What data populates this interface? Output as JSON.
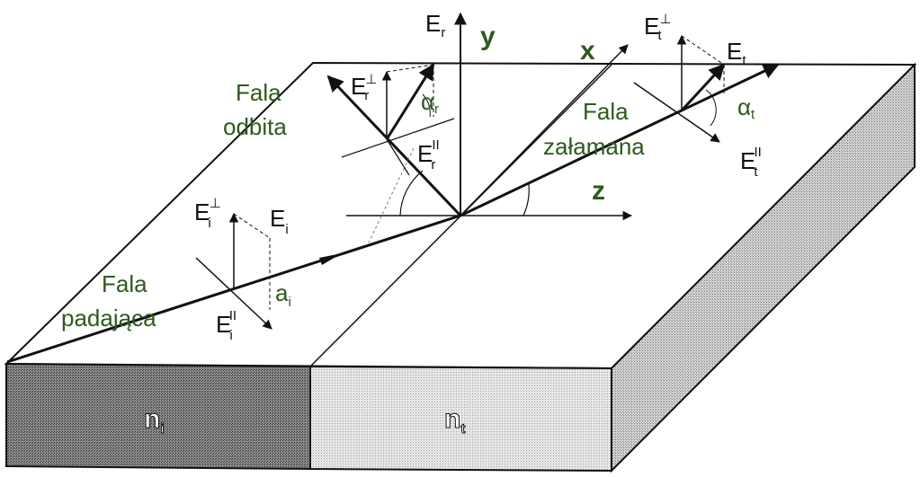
{
  "labels": {
    "fala_odbita_1": "Fala",
    "fala_odbita_2": "odbita",
    "fala_zalamana_1": "Fala",
    "fala_zalamana_2": "załamana",
    "fala_padajaca_1": "Fala",
    "fala_padajaca_2": "padająca",
    "axis_x": "x",
    "axis_y": "y",
    "axis_z": "z",
    "E_r": "E",
    "E_r_sub": "r",
    "E_t": "E",
    "E_t_sub": "t",
    "E_t_perp": "E",
    "E_t_perp_sub": "t",
    "E_t_perp_sup": "⊥",
    "E_r_perp": "E",
    "E_r_perp_sub": "r",
    "E_r_perp_sup": "⊥",
    "E_r_par": "E",
    "E_r_par_sub": "r",
    "E_r_par_sup": "II",
    "E_t_par": "E",
    "E_t_par_sub": "t",
    "E_t_par_sup": "II",
    "E_i_perp": "E",
    "E_i_perp_sub": "i",
    "E_i_perp_sup": "⊥",
    "E_i": "E",
    "E_i_sub": "i",
    "E_i_par": "E",
    "E_i_par_sub": "i",
    "E_i_par_sup": "II",
    "alpha_r": "α",
    "alpha_r_sub": "r",
    "alpha_t": "α",
    "alpha_t_sub": "t",
    "a_i": "a",
    "a_i_sub": "i",
    "n_i": "n",
    "n_i_sub": "i",
    "n_t": "n",
    "n_t_sub": "t"
  },
  "colors": {
    "label_green": "#2e5a1c",
    "line": "#111111",
    "dark_block": "#6f6f6f",
    "light_block": "#dcdcdc",
    "side_block": "#c4c4c4"
  }
}
